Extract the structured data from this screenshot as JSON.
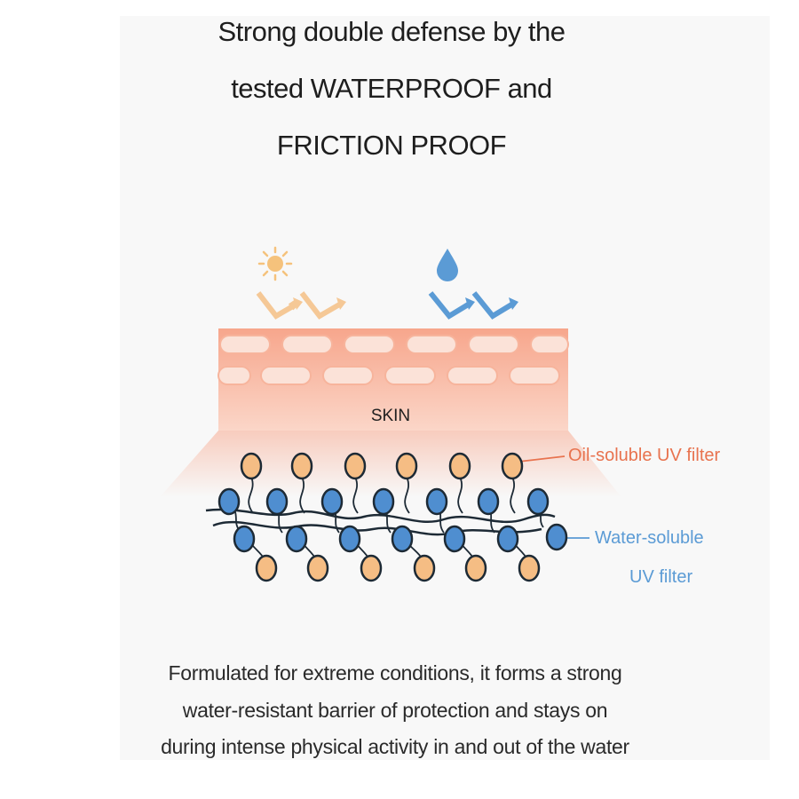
{
  "title": {
    "line1": "Strong double defense by the",
    "line2": "tested WATERPROOF and",
    "line3": "FRICTION PROOF"
  },
  "diagram": {
    "skin_label": "SKIN",
    "oil_label": "Oil-soluble UV filter",
    "water_label_line1": "Water-soluble",
    "water_label_line2": "UV filter",
    "colors": {
      "sun": "#f5c27c",
      "water": "#5b9bd5",
      "skin": "#f8a88e",
      "oil_label": "#e8734f",
      "water_label": "#5b9bd5",
      "oil_molecule": "#f5bd84",
      "water_molecule": "#4f8ed0"
    },
    "icons": [
      "sun-icon",
      "water-drop-icon"
    ]
  },
  "description": {
    "line1": "Formulated for extreme conditions, it forms a strong",
    "line2": "water-resistant barrier of protection and stays on",
    "line3": "during intense physical activity in and out of the water"
  }
}
